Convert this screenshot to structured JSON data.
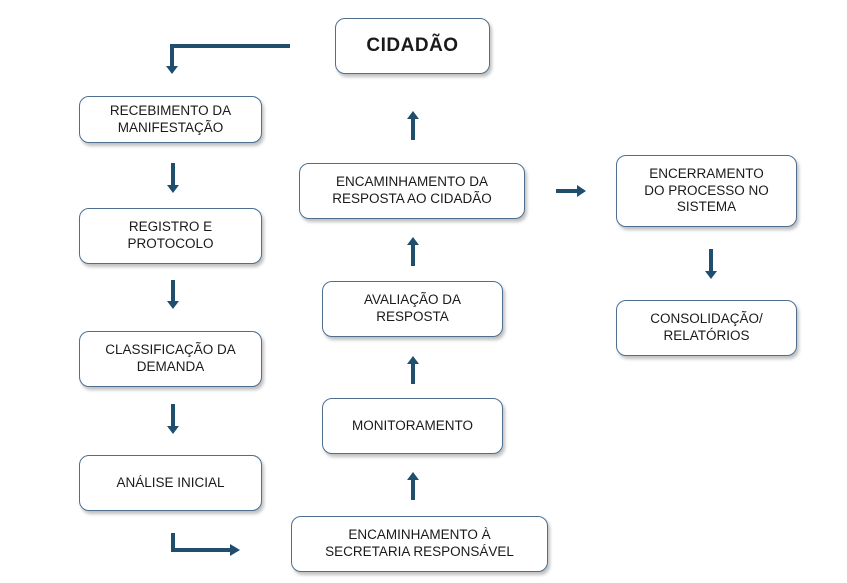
{
  "colors": {
    "arrow": "#1f4e6e",
    "box_border": "#4f6f8f",
    "text": "#1a1a1a"
  },
  "nodes": {
    "cidadao": "CIDADÃO",
    "recebimento": "RECEBIMENTO DA\nMANIFESTAÇÃO",
    "registro": "REGISTRO E\nPROTOCOLO",
    "classificacao": "CLASSIFICAÇÃO DA\nDEMANDA",
    "analise": "ANÁLISE INICIAL",
    "encaminhamento_secretaria": "ENCAMINHAMENTO À\nSECRETARIA RESPONSÁVEL",
    "monitoramento": "MONITORAMENTO",
    "avaliacao": "AVALIAÇÃO DA\nRESPOSTA",
    "encaminhamento_resposta": "ENCAMINHAMENTO DA\nRESPOSTA AO CIDADÃO",
    "encerramento": "ENCERRAMENTO\nDO PROCESSO NO\nSISTEMA",
    "consolidacao": "CONSOLIDAÇÃO/\nRELATÓRIOS"
  }
}
